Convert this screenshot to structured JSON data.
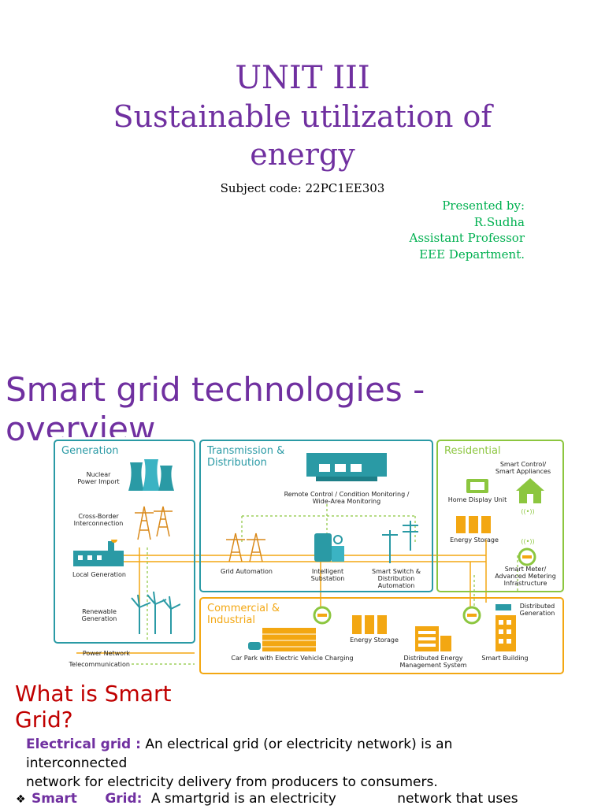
{
  "title_slide": {
    "unit": "UNIT III",
    "title_line1": "Sustainable utilization of",
    "title_line2": "energy",
    "subject_code": "Subject code: 22PC1EE303",
    "presenter": [
      "Presented by:",
      "R.Sudha",
      "Assistant Professor",
      "EEE Department."
    ]
  },
  "overview": {
    "heading_line1": "Smart grid technologies -",
    "heading_line2": "overview"
  },
  "diagram": {
    "panels": {
      "generation": "Generation",
      "transmission": [
        "Transmission &",
        "Distribution"
      ],
      "residential": "Residential",
      "commercial": [
        "Commercial &",
        "Industrial"
      ]
    },
    "labels": {
      "nuclear": [
        "Nuclear",
        "Power Import"
      ],
      "cross_border": [
        "Cross-Border",
        "Interconnection"
      ],
      "local_gen": "Local Generation",
      "renewable": [
        "Renewable",
        "Generation"
      ],
      "remote_control": [
        "Remote Control / Condition Monitoring /",
        "Wide-Area Monitoring"
      ],
      "grid_automation": "Grid Automation",
      "intelligent_substation": [
        "Intelligent",
        "Substation"
      ],
      "smart_switch": [
        "Smart Switch &",
        "Distribution",
        "Automation"
      ],
      "smart_control": [
        "Smart Control/",
        "Smart Appliances"
      ],
      "home_display": "Home Display Unit",
      "energy_storage_res": "Energy Storage",
      "smart_meter": [
        "Smart Meter/",
        "Advanced Metering",
        "Infrastructure"
      ],
      "distributed_gen": [
        "Distributed",
        "Generation"
      ],
      "energy_storage_com": "Energy Storage",
      "car_park": "Car Park with Electric Vehicle Charging",
      "dems": [
        "Distributed Energy",
        "Management System"
      ],
      "smart_building": "Smart Building",
      "legend_power": "Power Network",
      "legend_telecom": "Telecommunication"
    },
    "colors": {
      "teal": "#2a9aa5",
      "green": "#8cc63f",
      "orange": "#f3a712",
      "purple": "#7030a0",
      "line_power": "#f3a712",
      "line_telecom": "#8cc63f"
    }
  },
  "what_is": {
    "heading_line1": "What is Smart",
    "heading_line2": "Grid?",
    "electrical_grid_term": "Electrical grid :",
    "electrical_grid_text_1": " An electrical grid (or electricity network) is an",
    "electrical_grid_text_2": "interconnected",
    "electrical_grid_text_3": "network for electricity delivery from producers to consumers.",
    "bullet": "❖",
    "smart_term": "Smart",
    "grid_term": "Grid:",
    "smart_text": "A smartgrid is an electricity",
    "smart_text_2": "network  that  uses"
  }
}
